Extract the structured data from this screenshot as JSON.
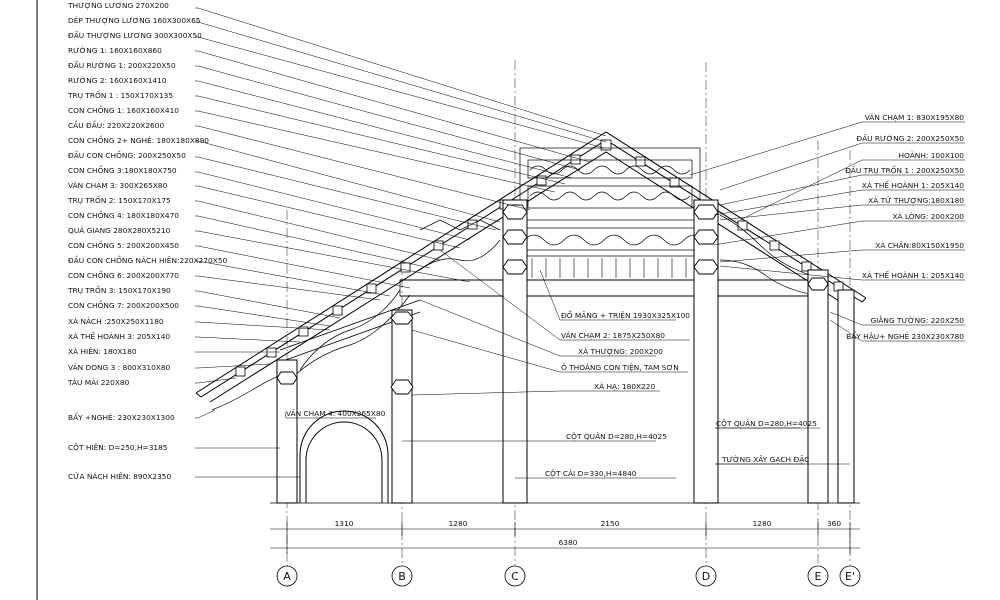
{
  "labels_left": [
    "THƯỢNG LƯƠNG 270X200",
    "DÉP THƯỢNG LƯƠNG 160X300X65",
    "ĐẤU THƯỢNG LƯƠNG 300X300X50",
    "RƯỜNG 1: 160X160X860",
    "ĐẤU RƯỜNG 1: 200X220X50",
    "RƯỜNG 2: 160X160X1410",
    "TRỤ TRỐN 1 : 150X170X135",
    "CON CHỒNG 1: 160X160X410",
    "CẦU ĐẦU: 220X220X2600",
    "CON CHỒNG 2+ NGHÉ: 180X180X890",
    "ĐẦU CON CHỒNG: 200X250X50",
    "CON CHỒNG 3:180X180X750",
    "VÁN CHẠM 3: 300X265X80",
    "TRỤ TRỐN 2: 150X170X175",
    "CON CHỒNG 4: 180X180X470",
    "QUÁ GIANG 280X280X5210",
    "CON CHỒNG 5: 200X200X450",
    "ĐẦU CON CHỒNG  NÁCH HIÊN:220X270X50",
    "CON CHỒNG 6: 200X200X770",
    "TRỤ TRỐN 3: 150X170X190",
    "CON CHỒNG 7: 200X200X500",
    "XÀ NÁCH :250X250X1180",
    "XÀ THẾ HOÀNH 3: 205X140",
    "XÀ HIÊN: 180X180",
    "VÁN DONG 3 : 800X310X80",
    "TÀU MÁI 220X80",
    "BẨY +NGHÉ: 230X230X1300",
    "CỘT HIÊN: D=250,H=3185",
    "CỬA NÁCH HIÊN: 890X2350"
  ],
  "labels_right": [
    "VÁN CHẠM 1: 830X195X80",
    "ĐẤU RƯỜNG 2: 200X250X50",
    "HOÀNH: 100X100",
    "ĐẤU TRỤ TRỐN 1 : 200X250X50",
    "XÀ THẾ HOÀNH 1: 205X140",
    "XÀ TỬ THƯỢNG:180X180",
    "XÀ LÒNG: 200X200",
    "XÀ CHÂN:80X150X1950",
    "XÀ THẾ HOÀNH 1: 205X140",
    "GIẰNG TƯỜNG: 220X250",
    "BẨY HẬU+ NGHÉ 230X230X780"
  ],
  "labels_middle": [
    "ĐỐ MĂNG + TRIỆN 1930X325X100",
    "VÁN CHẠM 2: 1875X250X80",
    "XÀ THƯỢNG: 200X200",
    "Ô THOÁNG CON TIỆN, TAM SƠN",
    "XÀ HẠ: 180X220",
    "VÁN CHẠM 4: 400X265X80",
    "CỘT QUÂN D=280,H=4025",
    "CỘT CÁI D=330,H=4840",
    "CỘT QUÂN D=280,H=4025",
    "TƯỜNG XÂY GẠCH ĐẶC"
  ],
  "dimensions": {
    "spans": [
      "1310",
      "1280",
      "2150",
      "1280",
      "360"
    ],
    "total": "6380"
  },
  "axes": [
    "A",
    "B",
    "C",
    "D",
    "E",
    "E'"
  ]
}
